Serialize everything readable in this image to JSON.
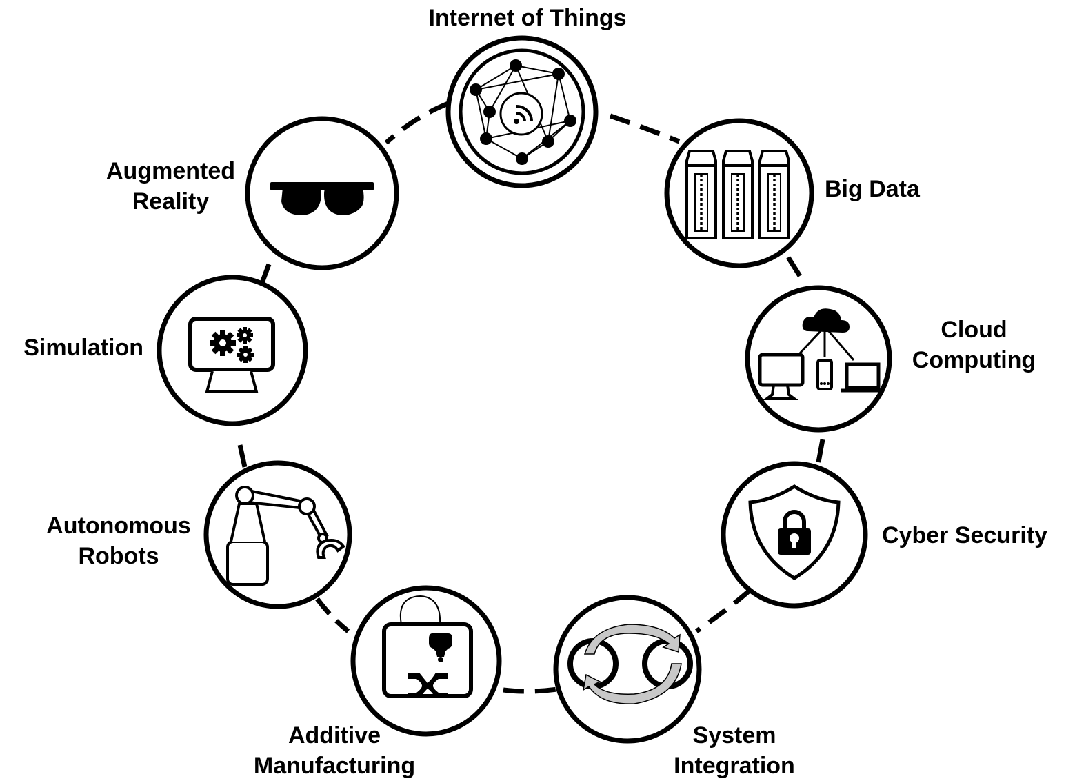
{
  "nodes": {
    "iot": {
      "icon": "iot-network-icon",
      "label": [
        "Internet of Things"
      ]
    },
    "big_data": {
      "icon": "server-racks-icon",
      "label": [
        "Big Data"
      ]
    },
    "cloud": {
      "icon": "cloud-devices-icon",
      "label": [
        "Cloud",
        "Computing"
      ]
    },
    "cyber": {
      "icon": "shield-lock-icon",
      "label": [
        "Cyber Security"
      ]
    },
    "system": {
      "icon": "sync-arrows-icon",
      "label": [
        "System",
        "Integration"
      ]
    },
    "additive": {
      "icon": "3d-printer-icon",
      "label": [
        "Additive",
        "Manufacturing"
      ]
    },
    "robots": {
      "icon": "robot-arm-icon",
      "label": [
        "Autonomous",
        "Robots"
      ]
    },
    "simulation": {
      "icon": "monitor-gears-icon",
      "label": [
        "Simulation"
      ]
    },
    "ar": {
      "icon": "ar-glasses-icon",
      "label": [
        "Augmented",
        "Reality"
      ]
    }
  },
  "colors": {
    "stroke": "#000000",
    "arrow_fill": "#c8c8c8",
    "background": "#ffffff"
  }
}
